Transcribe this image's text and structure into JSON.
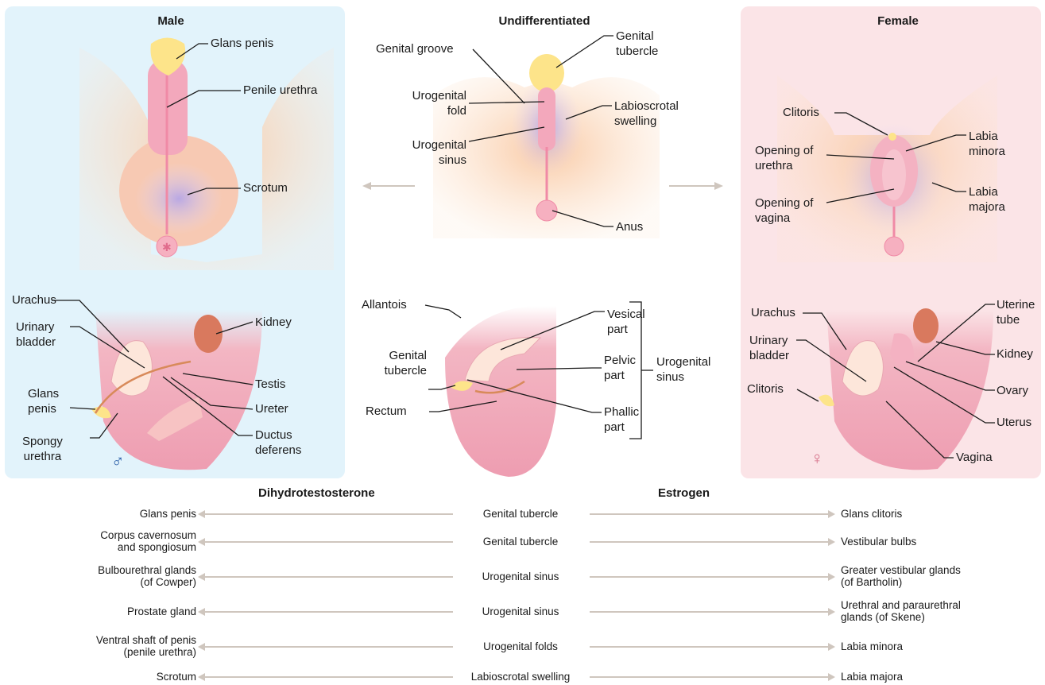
{
  "panels": {
    "male_title": "Male",
    "undiff_title": "Undifferentiated",
    "female_title": "Female"
  },
  "male": {
    "glans_penis": "Glans penis",
    "penile_urethra": "Penile urethra",
    "scrotum": "Scrotum",
    "urachus": "Urachus",
    "urinary_bladder": "Urinary\nbladder",
    "kidney": "Kidney",
    "testis": "Testis",
    "ureter": "Ureter",
    "ductus_deferens": "Ductus\ndeferens",
    "glans_penis_2": "Glans\npenis",
    "spongy_urethra": "Spongy\nurethra",
    "symbol": "♂"
  },
  "undiff": {
    "genital_groove": "Genital groove",
    "genital_tubercle": "Genital\ntubercle",
    "urogenital_fold": "Urogenital\nfold",
    "labioscrotal_swelling": "Labioscrotal\nswelling",
    "urogenital_sinus": "Urogenital\nsinus",
    "anus": "Anus",
    "allantois": "Allantois",
    "genital_tubercle_2": "Genital\ntubercle",
    "rectum": "Rectum",
    "vesical_part": "Vesical\npart",
    "pelvic_part": "Pelvic\npart",
    "phallic_part": "Phallic\npart",
    "urogenital_sinus_2": "Urogenital\nsinus"
  },
  "female": {
    "clitoris": "Clitoris",
    "opening_urethra": "Opening of\nurethra",
    "opening_vagina": "Opening of\nvagina",
    "labia_minora": "Labia\nminora",
    "labia_majora": "Labia\nmajora",
    "urachus": "Urachus",
    "urinary_bladder": "Urinary\nbladder",
    "clitoris_2": "Clitoris",
    "uterine_tube": "Uterine\ntube",
    "kidney": "Kidney",
    "ovary": "Ovary",
    "uterus": "Uterus",
    "vagina": "Vagina",
    "symbol": "♀"
  },
  "table": {
    "left_header": "Dihydrotestosterone",
    "right_header": "Estrogen",
    "rows": [
      {
        "male": "Glans penis",
        "origin": "Genital tubercle",
        "female": "Glans clitoris"
      },
      {
        "male": "Corpus cavernosum\nand spongiosum",
        "origin": "Genital tubercle",
        "female": "Vestibular bulbs"
      },
      {
        "male": "Bulbourethral glands\n(of Cowper)",
        "origin": "Urogenital sinus",
        "female": "Greater vestibular glands\n(of Bartholin)"
      },
      {
        "male": "Prostate gland",
        "origin": "Urogenital sinus",
        "female": "Urethral and paraurethral\nglands (of Skene)"
      },
      {
        "male": "Ventral shaft of penis\n(penile urethra)",
        "origin": "Urogenital folds",
        "female": "Labia minora"
      },
      {
        "male": "Scrotum",
        "origin": "Labioscrotal swelling",
        "female": "Labia majora"
      }
    ]
  },
  "colors": {
    "male_panel": "#e2f3fb",
    "female_panel": "#fbe4e7",
    "skin": "#fbd8b8",
    "pink": "#f0a3b6",
    "arrow": "#cfc6be"
  }
}
